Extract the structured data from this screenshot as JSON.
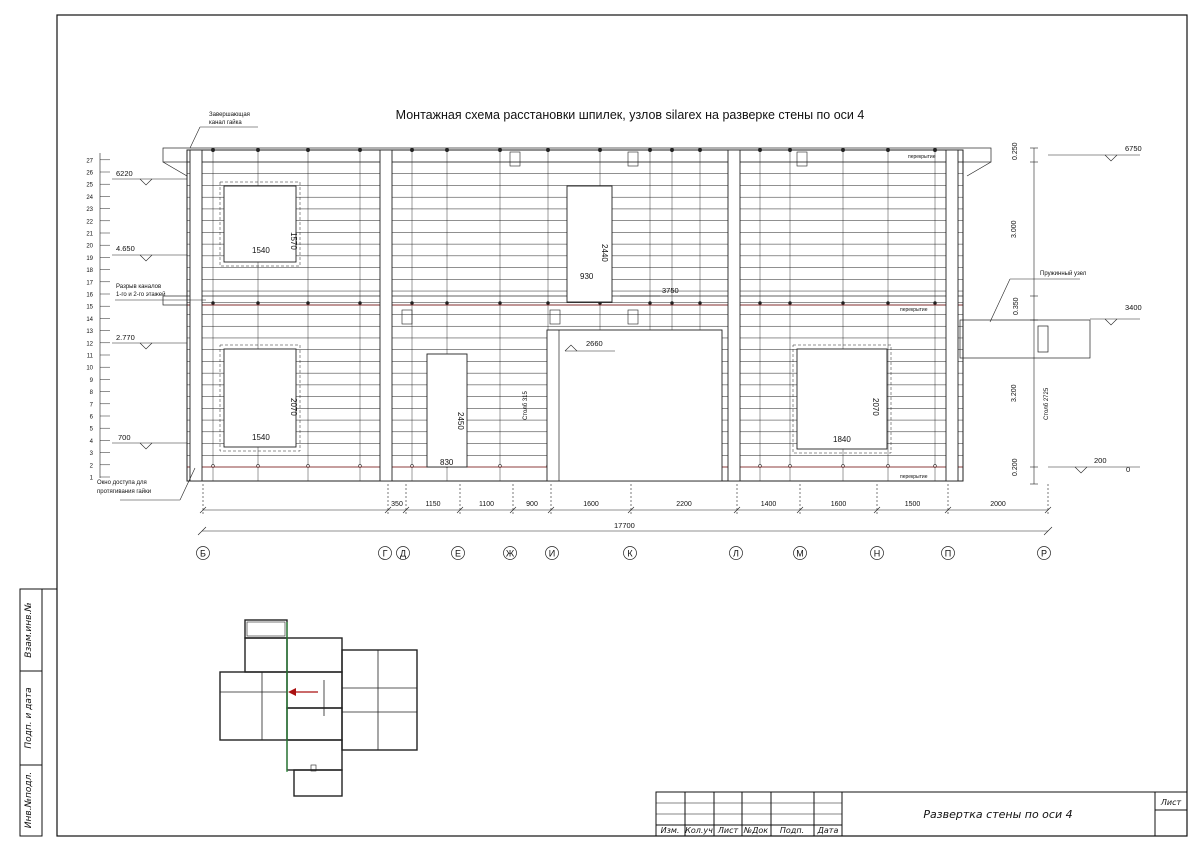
{
  "drawing": {
    "title": "Монтажная схема расстановки шпилек, узлов silarex на разверке стены по оси 4"
  },
  "callouts": {
    "finishing_channel_line1": "Завершающая",
    "finishing_channel_line2": "канал гайка",
    "channel_break_line1": "Разрыв каналов",
    "channel_break_line2": "1-го и 2-го этажей",
    "access_window_line1": "Окно доступа для",
    "access_window_line2": "протягивания гайки",
    "spring_node": "Пружинный узел",
    "floor_slab": "перекрытие"
  },
  "row_numbers": [
    "1",
    "2",
    "3",
    "4",
    "5",
    "6",
    "7",
    "8",
    "9",
    "10",
    "11",
    "12",
    "13",
    "14",
    "15",
    "16",
    "17",
    "18",
    "19",
    "20",
    "21",
    "22",
    "23",
    "24",
    "25",
    "26",
    "27"
  ],
  "left_levels": [
    "6220",
    "4.650",
    "2.770",
    "700"
  ],
  "right_levels": [
    "6750",
    "3400",
    "200",
    "0"
  ],
  "vertical_dims": [
    "0.250",
    "3.000",
    "0.350",
    "3.200",
    "0.200"
  ],
  "opening_dims": {
    "w1_width": "1540",
    "w1_height": "1570",
    "w2_width": "1540",
    "w2_height": "2070",
    "w3_width": "930",
    "w3_height": "2440",
    "d1_width": "830",
    "d1_height": "2450",
    "w4_width": "1840",
    "w4_height": "2070",
    "beam_level": "3750",
    "door_level": "2660",
    "post_label_1": "Столб 315",
    "post_label_2": "Столб 2725"
  },
  "segment_dims": [
    "350",
    "1150",
    "1100",
    "900",
    "1600",
    "2200",
    "1400",
    "1600",
    "1500",
    "2000"
  ],
  "total_dim": "17700",
  "axes": [
    "Б",
    "Г",
    "Д",
    "Е",
    "Ж",
    "И",
    "К",
    "Л",
    "М",
    "Н",
    "П",
    "Р"
  ],
  "side_stamp": {
    "cell1": "Взам.инв.№",
    "cell2": "Подп. и дата",
    "cell3": "Инв.№подл."
  },
  "title_block": {
    "headers": [
      "Изм.",
      "Кол.уч",
      "Лист",
      "№Док",
      "Подп.",
      "Дата"
    ],
    "sheet_name": "Развертка стены по оси 4",
    "sheet_label": "Лист"
  }
}
